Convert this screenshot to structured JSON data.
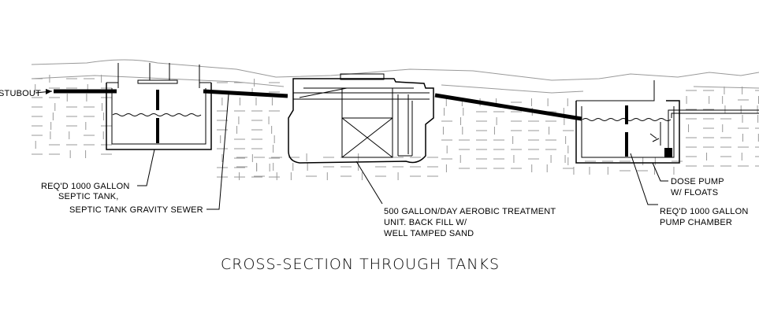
{
  "title": "CROSS-SECTION THROUGH TANKS",
  "labels": {
    "stubout": "STUBOUT",
    "septic_tank_1": "REQ'D 1000 GALLON",
    "septic_tank_2": "SEPTIC TANK,",
    "gravity_sewer": "SEPTIC TANK GRAVITY SEWER",
    "atu_1": "500 GALLON/DAY AEROBIC TREATMENT",
    "atu_2": "UNIT. BACK FILL W/",
    "atu_3": "WELL TAMPED SAND",
    "dose_pump_1": "DOSE PUMP",
    "dose_pump_2": "W/ FLOATS",
    "pump_chamber_1": "REQ'D 1000 GALLON",
    "pump_chamber_2": "PUMP CHAMBER"
  }
}
